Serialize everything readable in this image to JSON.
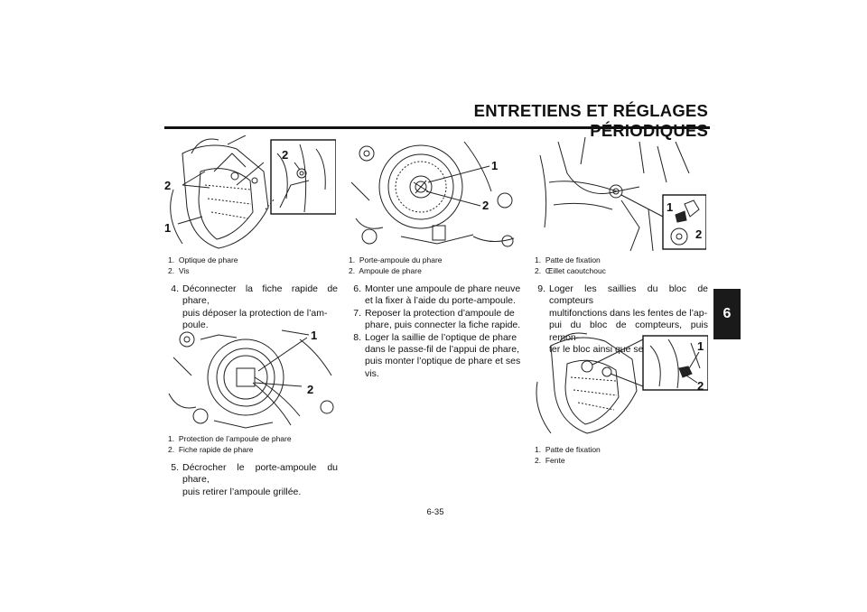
{
  "header": {
    "title": "ENTRETIENS ET RÉGLAGES PÉRIODIQUES"
  },
  "side_tab": {
    "label": "6"
  },
  "figures": {
    "fig1": {
      "callouts": [
        "2",
        "2",
        "1"
      ],
      "captions": [
        {
          "num": "1.",
          "text": "Optique de phare"
        },
        {
          "num": "2.",
          "text": "Vis"
        }
      ]
    },
    "fig2": {
      "callouts": [
        "1",
        "2"
      ],
      "captions": [
        {
          "num": "1.",
          "text": "Protection de l’ampoule de phare"
        },
        {
          "num": "2.",
          "text": "Fiche rapide de phare"
        }
      ]
    },
    "fig3": {
      "callouts": [
        "1",
        "2"
      ],
      "captions": [
        {
          "num": "1.",
          "text": "Porte-ampoule du phare"
        },
        {
          "num": "2.",
          "text": "Ampoule de phare"
        }
      ]
    },
    "fig4": {
      "callouts": [
        "1",
        "2"
      ],
      "captions": [
        {
          "num": "1.",
          "text": "Patte de fixation"
        },
        {
          "num": "2.",
          "text": "Œillet caoutchouc"
        }
      ]
    },
    "fig5": {
      "callouts": [
        "1",
        "2"
      ],
      "captions": [
        {
          "num": "1.",
          "text": "Patte de fixation"
        },
        {
          "num": "2.",
          "text": "Fente"
        }
      ]
    }
  },
  "steps": {
    "s4": {
      "num": "4.",
      "lines": [
        "Déconnecter la fiche rapide de phare,",
        "puis déposer la protection de l’am-",
        "poule."
      ]
    },
    "s5": {
      "num": "5.",
      "lines": [
        "Décrocher le porte-ampoule du phare,",
        "puis retirer l’ampoule grillée."
      ]
    },
    "s6": {
      "num": "6.",
      "lines": [
        "Monter une ampoule de phare neuve",
        "et la fixer à l’aide du porte-ampoule."
      ]
    },
    "s7": {
      "num": "7.",
      "lines": [
        "Reposer la protection d’ampoule de",
        "phare, puis connecter la fiche rapide."
      ]
    },
    "s8": {
      "num": "8.",
      "lines": [
        "Loger la saillie de l’optique de phare",
        "dans le passe-fil de l’appui de phare,",
        "puis monter l’optique de phare et ses",
        "vis."
      ]
    },
    "s9": {
      "num": "9.",
      "lines": [
        "Loger les saillies du bloc de compteurs",
        "multifonctions dans les fentes de l’ap-",
        "pui du bloc de compteurs, puis remon-",
        "ter le bloc ainsi que ses vis."
      ]
    }
  },
  "page_number": "6-35"
}
